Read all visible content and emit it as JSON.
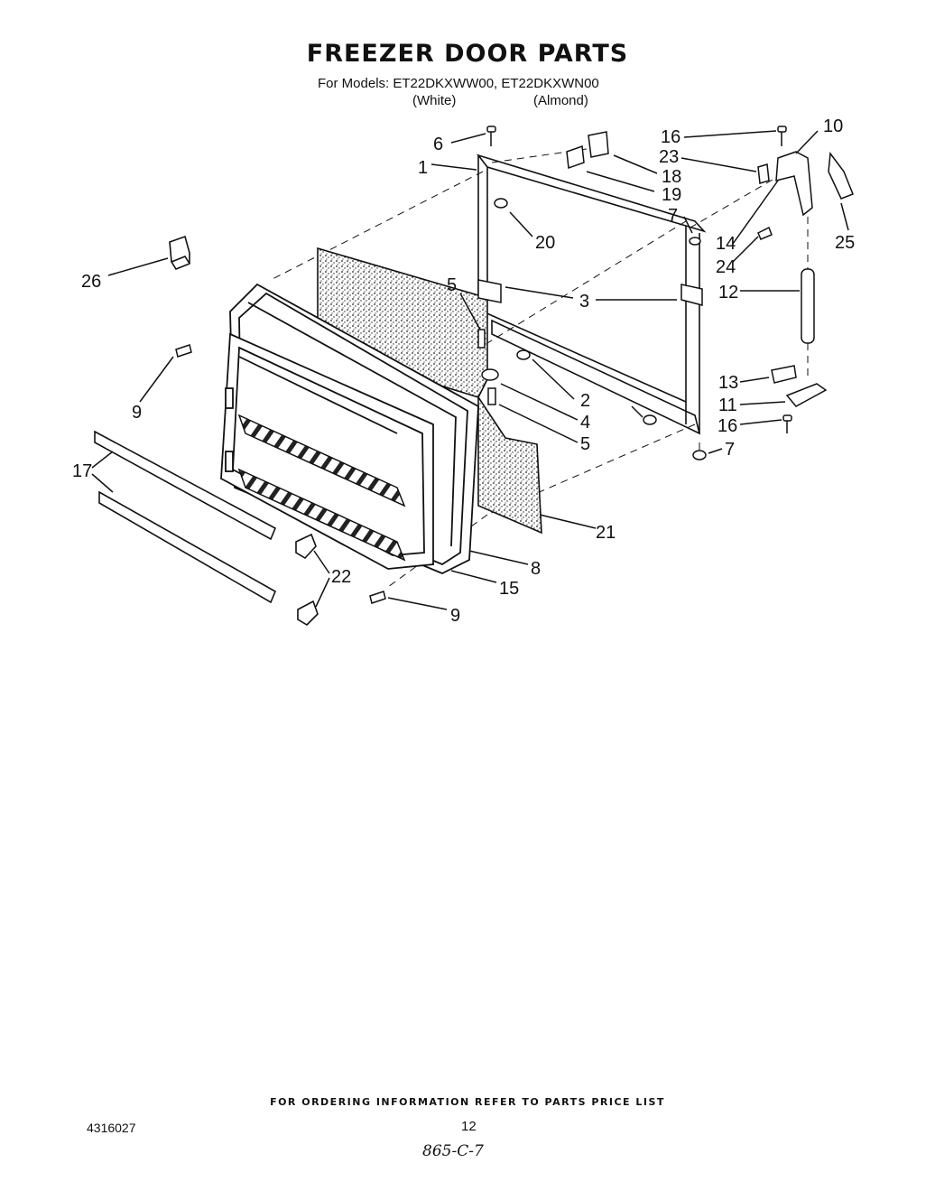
{
  "header": {
    "title": "FREEZER DOOR PARTS",
    "models": "For Models: ET22DKXWW00, ET22DKXWN00",
    "color_white": "(White)",
    "color_almond": "(Almond)"
  },
  "callouts": {
    "c1": "1",
    "c2": "2",
    "c3": "3",
    "c4": "4",
    "c5a": "5",
    "c5b": "5",
    "c6": "6",
    "c7a": "7",
    "c7b": "7",
    "c8": "8",
    "c9a": "9",
    "c9b": "9",
    "c10": "10",
    "c11": "11",
    "c12": "12",
    "c13": "13",
    "c14": "14",
    "c15": "15",
    "c16a": "16",
    "c16b": "16",
    "c17": "17",
    "c18": "18",
    "c19": "19",
    "c20": "20",
    "c21": "21",
    "c22": "22",
    "c23": "23",
    "c24": "24",
    "c25": "25",
    "c26": "26"
  },
  "footer": {
    "ordering_note": "FOR ORDERING INFORMATION REFER TO PARTS PRICE LIST",
    "part_number": "4316027",
    "page_number": "12",
    "handwritten": "865-C-7"
  }
}
